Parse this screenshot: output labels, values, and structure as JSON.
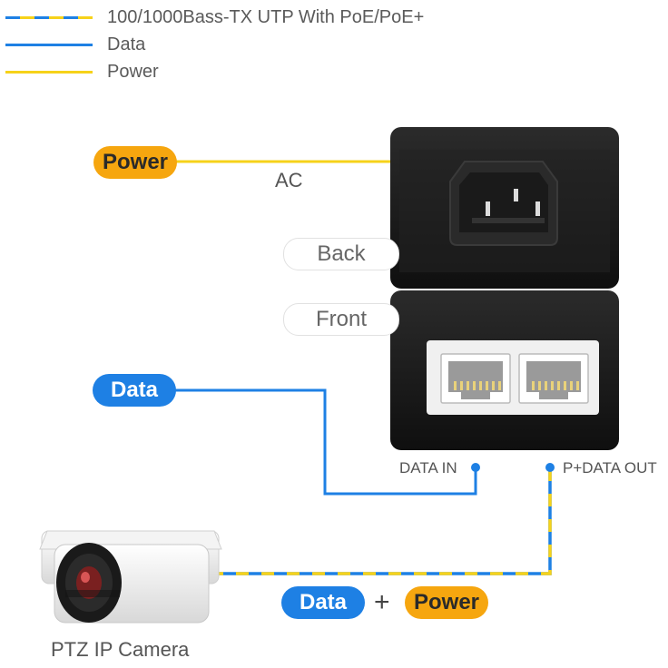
{
  "legend": [
    {
      "label": "100/1000Bass-TX UTP With PoE/PoE+",
      "style": "dashed-blue-yellow"
    },
    {
      "label": "Data",
      "color": "#1e80e4"
    },
    {
      "label": "Power",
      "color": "#f6d21a"
    }
  ],
  "labels": {
    "power_pill": "Power",
    "ac": "AC",
    "back": "Back",
    "front": "Front",
    "data_pill": "Data",
    "data_in": "DATA IN",
    "pdata_out": "P+DATA OUT",
    "combo_data": "Data",
    "combo_plus": "+",
    "combo_power": "Power",
    "camera": "PTZ IP Camera"
  },
  "colors": {
    "data_blue": "#1e80e4",
    "power_yellow": "#f6d21a",
    "power_pill": "#f6a60f",
    "device_body": "#1c1c1c"
  }
}
